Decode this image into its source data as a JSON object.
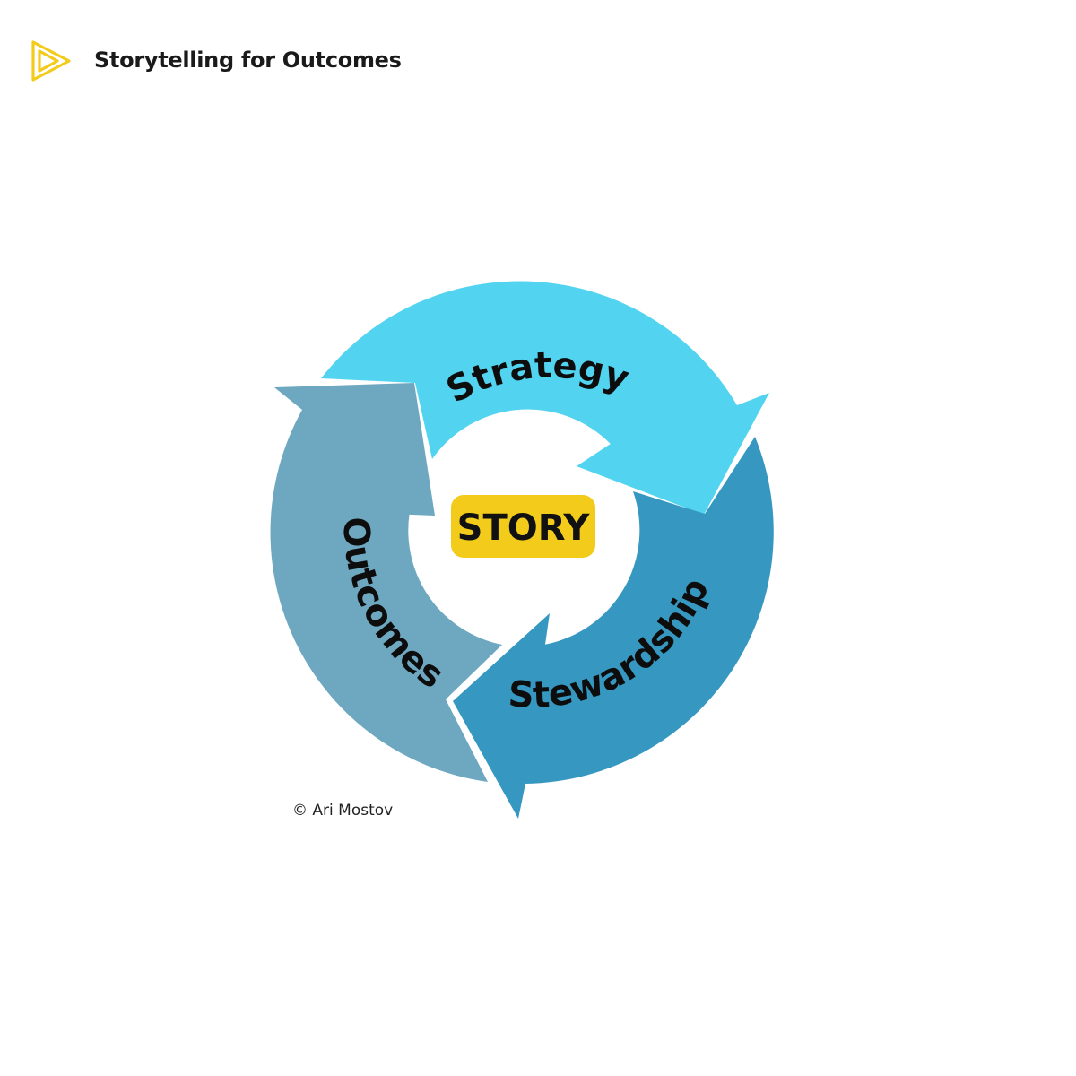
{
  "header": {
    "title": "Storytelling for Outcomes",
    "logo_icon": "play-triangle-icon"
  },
  "diagram": {
    "center_label": "STORY",
    "segments": [
      {
        "label": "Strategy",
        "color": "#52d4f0"
      },
      {
        "label": "Stewardship",
        "color": "#3698c1"
      },
      {
        "label": "Outcomes",
        "color": "#6ea8c0"
      }
    ],
    "center_color": "#f2cb1b"
  },
  "footer": {
    "copyright": "© Ari Mostov"
  },
  "colors": {
    "brand_yellow": "#f2cb1b"
  }
}
